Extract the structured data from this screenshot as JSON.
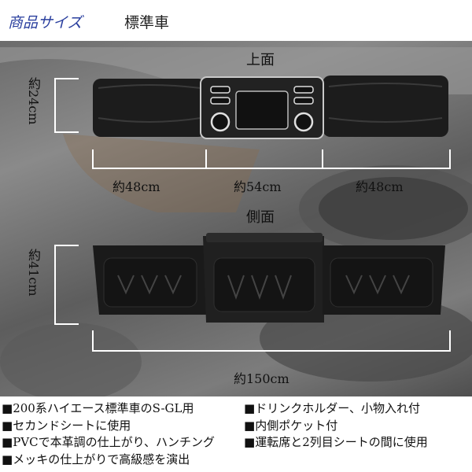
{
  "header": {
    "title": "商品サイズ",
    "subtitle": "標準車"
  },
  "views": {
    "top": "上面",
    "side": "側面"
  },
  "dimensions": {
    "top_height": "約24cm",
    "top_left_width": "約48cm",
    "top_center_width": "約54cm",
    "top_right_width": "約48cm",
    "side_height": "約41cm",
    "side_total_width": "約150cm"
  },
  "features_left": [
    "200系ハイエース標準車のS-GL用",
    "セカンドシートに使用",
    "PVCで本革調の仕上がり、ハンチング",
    "メッキの仕上がりで高級感を演出"
  ],
  "features_right": [
    "ドリンクホルダー、小物入れ付",
    "内側ポケット付",
    "運転席と2列目シートの間に使用"
  ],
  "colors": {
    "title": "#2a3f9e",
    "product": "#1c1c1c",
    "chrome": "#d9d9d9"
  }
}
